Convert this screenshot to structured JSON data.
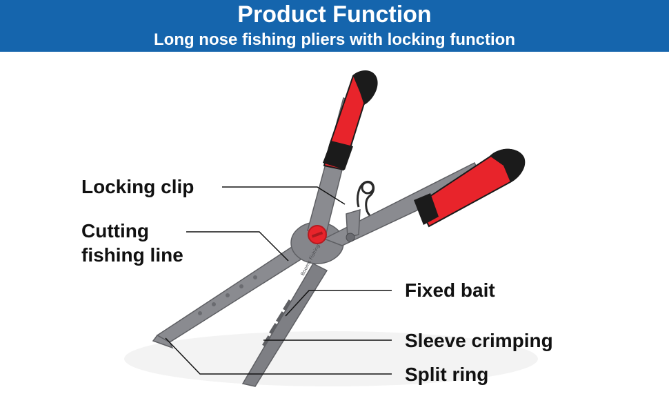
{
  "header": {
    "title": "Product Function",
    "subtitle": "Long nose fishing pliers with locking function"
  },
  "callouts": {
    "locking_clip": "Locking clip",
    "cutting_line_1": "Cutting",
    "cutting_line_2": "fishing line",
    "fixed_bait": "Fixed bait",
    "sleeve_crimping": "Sleeve crimping",
    "split_ring": "Split ring"
  },
  "product": {
    "engraving": "Booms Fishing",
    "icons": [
      "pliers-icon",
      "spring-icon",
      "pivot-screw-icon"
    ]
  },
  "colors": {
    "header_bg": "#1565ad",
    "handle_red": "#e8242b",
    "handle_black": "#1b1b1b",
    "body_gray": "#7e7f84",
    "label_text": "#111111"
  }
}
